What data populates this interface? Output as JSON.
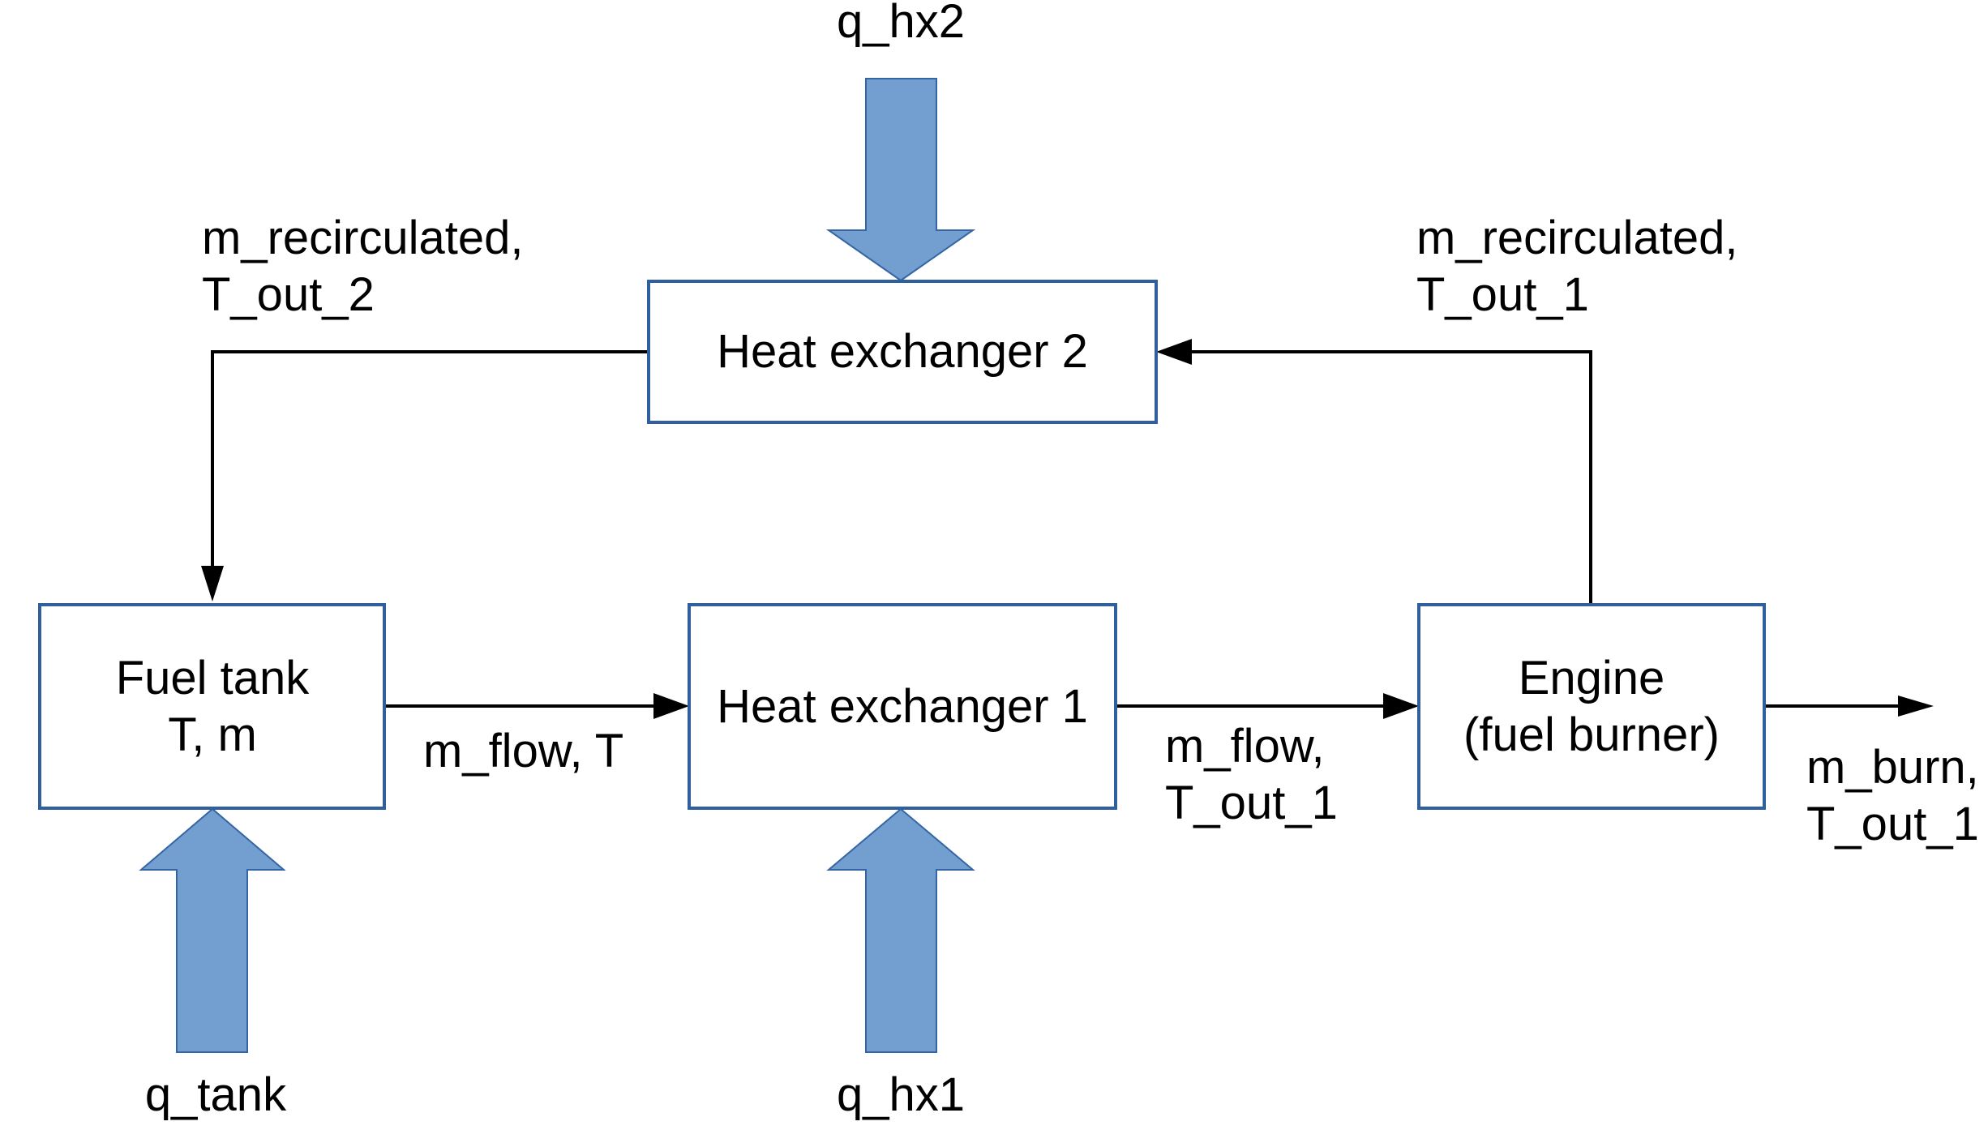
{
  "blocks": {
    "fuel_tank": {
      "line1": "Fuel tank",
      "line2": "T, m"
    },
    "hx1": {
      "label": "Heat exchanger 1"
    },
    "hx2": {
      "label": "Heat exchanger 2"
    },
    "engine": {
      "line1": "Engine",
      "line2": "(fuel burner)"
    }
  },
  "heat_inputs": {
    "q_tank": "q_tank",
    "q_hx1": "q_hx1",
    "q_hx2": "q_hx2"
  },
  "flows": {
    "tank_to_hx1": "m_flow, T",
    "hx1_to_engine": {
      "line1": "m_flow,",
      "line2": "T_out_1"
    },
    "engine_out": {
      "line1": "m_burn,",
      "line2": "T_out_1"
    },
    "engine_to_hx2": {
      "line1": "m_recirculated,",
      "line2": "T_out_1"
    },
    "hx2_to_tank": {
      "line1": "m_recirculated,",
      "line2": "T_out_2"
    }
  },
  "colors": {
    "block_border": "#2f5f9f",
    "heat_arrow_fill": "#729fcf",
    "line": "#000000"
  }
}
